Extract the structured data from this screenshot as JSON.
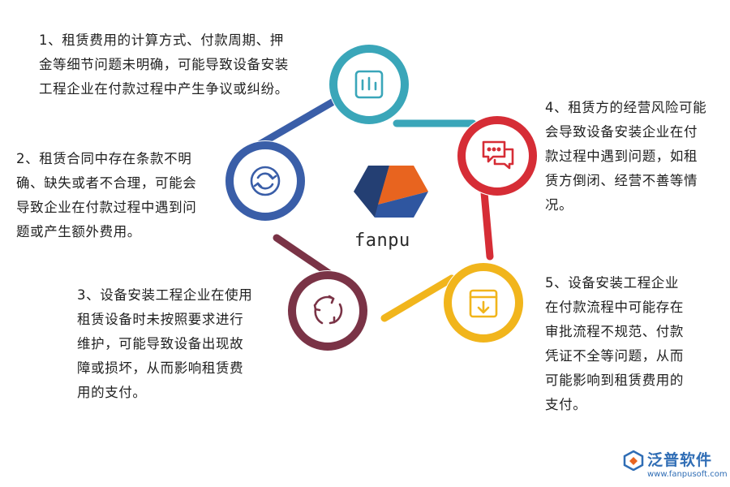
{
  "center_logo": {
    "wordmark": "fanpu"
  },
  "items": [
    {
      "id": 1,
      "color": "#3aa6b9",
      "icon": "bar-chart-icon",
      "lines": [
        "1、租赁费用的计算方式、付款周期、押",
        "金等细节问题未明确，可能导致设备安装",
        "工程企业在付款过程中产生争议或纠纷。"
      ]
    },
    {
      "id": 2,
      "color": "#3a5ea8",
      "icon": "refresh-icon",
      "lines": [
        "2、租赁合同中存在条款不明",
        "确、缺失或者不合理，可能会",
        "导致企业在付款过程中遇到问",
        "题或产生额外费用。"
      ]
    },
    {
      "id": 3,
      "color": "#7a3346",
      "icon": "cycle-arrows-icon",
      "lines": [
        "3、设备安装工程企业在使用",
        "租赁设备时未按照要求进行",
        "维护，可能导致设备出现故",
        "障或损坏，从而影响租赁费",
        "用的支付。"
      ]
    },
    {
      "id": 4,
      "color": "#d62d36",
      "icon": "chat-bubbles-icon",
      "lines": [
        "4、租赁方的经营风险可能",
        "会导致设备安装企业在付",
        "款过程中遇到问题，如租",
        "赁方倒闭、经营不善等情",
        "况。"
      ]
    },
    {
      "id": 5,
      "color": "#f1b51c",
      "icon": "download-box-icon",
      "lines": [
        "5、设备安装工程企业",
        "在付款流程中可能存在",
        "审批流程不规范、付款",
        "凭证不全等问题，从而",
        "可能影响到租赁费用的",
        "支付。"
      ]
    }
  ],
  "brand": {
    "name": "泛普软件",
    "url": "www.fanpusoft.com"
  }
}
